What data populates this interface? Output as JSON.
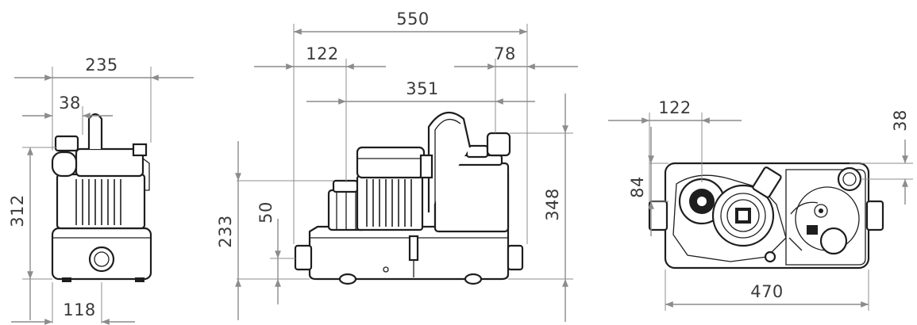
{
  "drawing": {
    "views": {
      "side": {
        "width_total": "235",
        "inlet_offset": "38",
        "height_total": "312",
        "outlet_width": "118"
      },
      "front": {
        "length_total": "550",
        "left_offset": "122",
        "right_offset": "78",
        "center_span": "351",
        "height_total": "348",
        "height_body": "233",
        "height_low": "50"
      },
      "top": {
        "left_offset": "122",
        "top_offset": "38",
        "side_offset": "84",
        "length_total": "470"
      }
    },
    "colors": {
      "line": "#1e1e1e",
      "dimension": "#8c8c8c",
      "text": "#3a3a3a"
    }
  }
}
